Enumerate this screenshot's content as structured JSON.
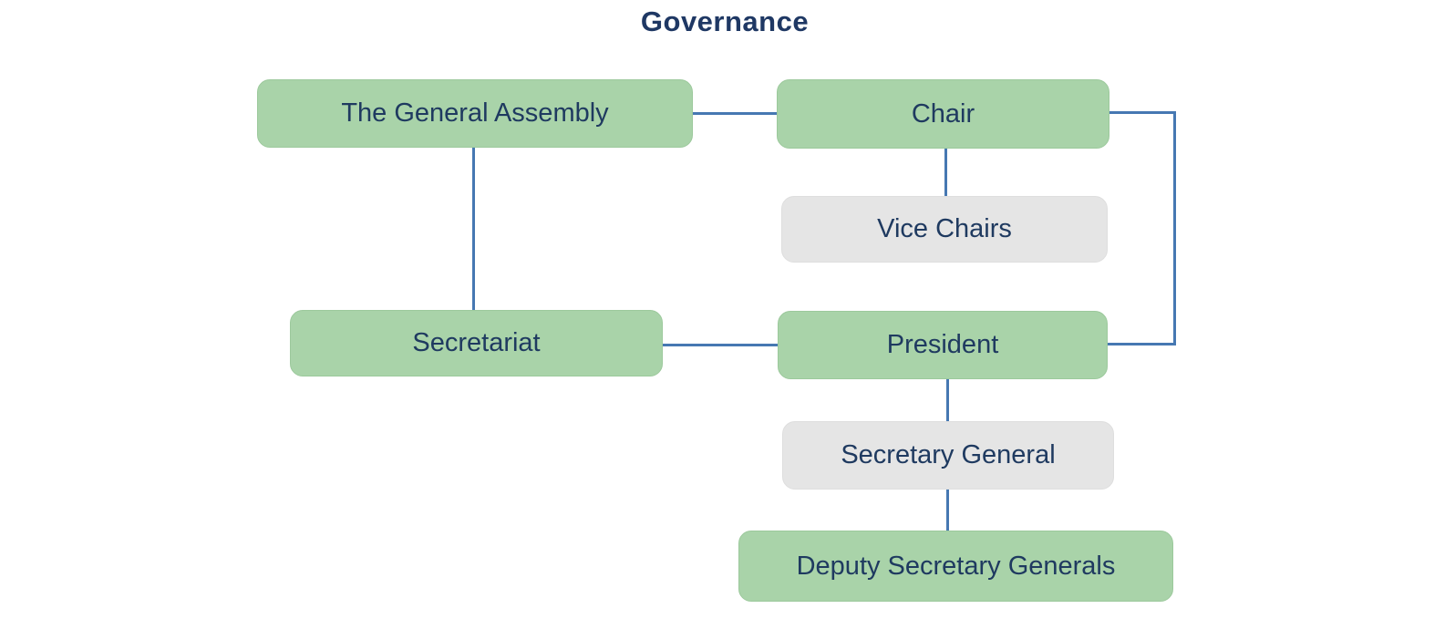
{
  "title": "Governance",
  "chart_type": "org-chart",
  "colors": {
    "node_green_fill": "#a9d3a9",
    "node_gray_fill": "#e5e5e5",
    "connector_blue": "#4678b2",
    "text_navy": "#1f3a60",
    "title_navy": "#1f3864",
    "background": "#ffffff"
  },
  "nodes": [
    {
      "id": "general-assembly",
      "label": "The General Assembly",
      "variant": "green"
    },
    {
      "id": "chair",
      "label": "Chair",
      "variant": "green"
    },
    {
      "id": "vice-chairs",
      "label": "Vice Chairs",
      "variant": "gray"
    },
    {
      "id": "secretariat",
      "label": "Secretariat",
      "variant": "green"
    },
    {
      "id": "president",
      "label": "President",
      "variant": "green"
    },
    {
      "id": "secretary-general",
      "label": "Secretary General",
      "variant": "gray"
    },
    {
      "id": "deputy-secretary-generals",
      "label": "Deputy Secretary Generals",
      "variant": "green"
    }
  ],
  "connections": [
    {
      "from": "general-assembly",
      "to": "chair",
      "shape": "horizontal"
    },
    {
      "from": "general-assembly",
      "to": "secretariat",
      "shape": "vertical"
    },
    {
      "from": "chair",
      "to": "vice-chairs",
      "shape": "vertical"
    },
    {
      "from": "secretariat",
      "to": "president",
      "shape": "horizontal"
    },
    {
      "from": "chair",
      "to": "president",
      "shape": "right-side-elbow"
    },
    {
      "from": "president",
      "to": "secretary-general",
      "shape": "vertical"
    },
    {
      "from": "secretary-general",
      "to": "deputy-secretary-generals",
      "shape": "vertical"
    }
  ]
}
